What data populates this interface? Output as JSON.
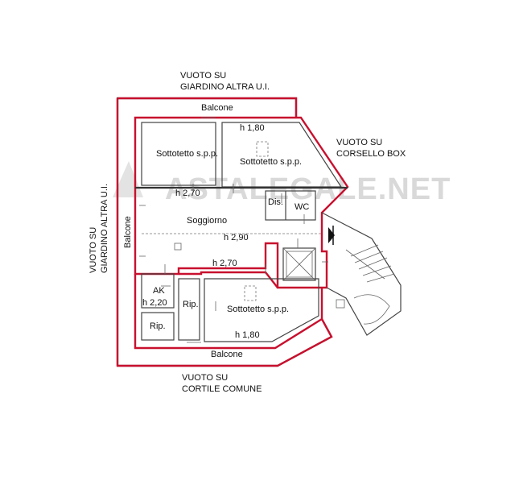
{
  "colors": {
    "boundary": "#c8102e",
    "wall": "#444444",
    "watermark": "#d9d9d9"
  },
  "watermark": {
    "text": "ASTALEGALE.NET"
  },
  "surroundings": {
    "top_line1": "VUOTO SU",
    "top_line2": "GIARDINO ALTRA U.I.",
    "right_line1": "VUOTO SU",
    "right_line2": "CORSELLO BOX",
    "left_line1": "VUOTO SU",
    "left_line2": "GIARDINO ALTRA U.I.",
    "bottom_line1": "VUOTO SU",
    "bottom_line2": "CORTILE COMUNE"
  },
  "rooms": {
    "balcone_top": "Balcone",
    "balcone_left": "Balcone",
    "balcone_bottom": "Balcone",
    "sottotetto_1": "Sottotetto s.p.p.",
    "sottotetto_2": "Sottotetto s.p.p.",
    "sottotetto_3": "Sottotetto s.p.p.",
    "soggiorno": "Soggiorno",
    "dis": "Dis.",
    "wc": "WC",
    "ak": "AK",
    "rip_1": "Rip.",
    "rip_2": "Rip."
  },
  "heights": {
    "h_top_right": "h 1,80",
    "h_upper_left": "h 2,70",
    "h_soggiorno": "h 2,90",
    "h_lower_mid": "h 2,70",
    "h_ak": "h 2,20",
    "h_bottom": "h 1,80"
  }
}
